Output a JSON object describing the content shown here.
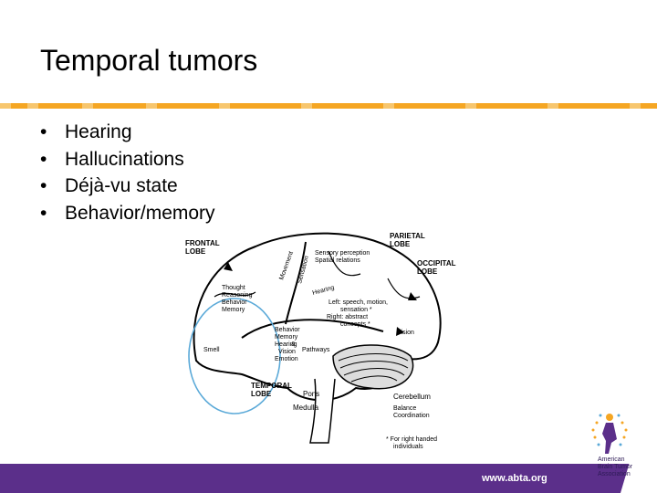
{
  "slide": {
    "title": "Temporal tumors",
    "bullets": [
      "Hearing",
      "Hallucinations",
      "Déjà-vu state",
      "Behavior/memory"
    ]
  },
  "figure": {
    "labels": {
      "frontal": "FRONTAL",
      "lobe": "LOBE",
      "parietal": "PARIETAL",
      "occipital": "OCCIPITAL",
      "temporal": "TEMPORAL",
      "movement": "Movement",
      "sensation": "Sensation",
      "sensory": "Sensory perception",
      "spatial": "Spatial relations",
      "hearing": "Hearing",
      "thought": "Thought",
      "reasoning": "Reasoning",
      "behavior": "Behavior",
      "memory": "Memory",
      "left1": "Left: speech, motion,",
      "left2": "sensation *",
      "right1": "Right: abstract",
      "right2": "concepts *",
      "smell": "Smell",
      "vision": "Vision",
      "pathways": "Pathways",
      "emotion": "Emotion",
      "amp": "&",
      "pons": "Pons",
      "medulla": "Medulla",
      "cerebellum": "Cerebellum",
      "balance": "Balance",
      "coordination": "Coordination",
      "note1": "* For right handed",
      "note2": "individuals"
    }
  },
  "footer": {
    "url": "www.abta.org",
    "logo_text": [
      "American",
      "Brain Tumor",
      "Association"
    ]
  },
  "colors": {
    "footer": "#5b2f8a",
    "highlight_circle": "#5aa9d8",
    "divider_orange": "#f5a623"
  }
}
